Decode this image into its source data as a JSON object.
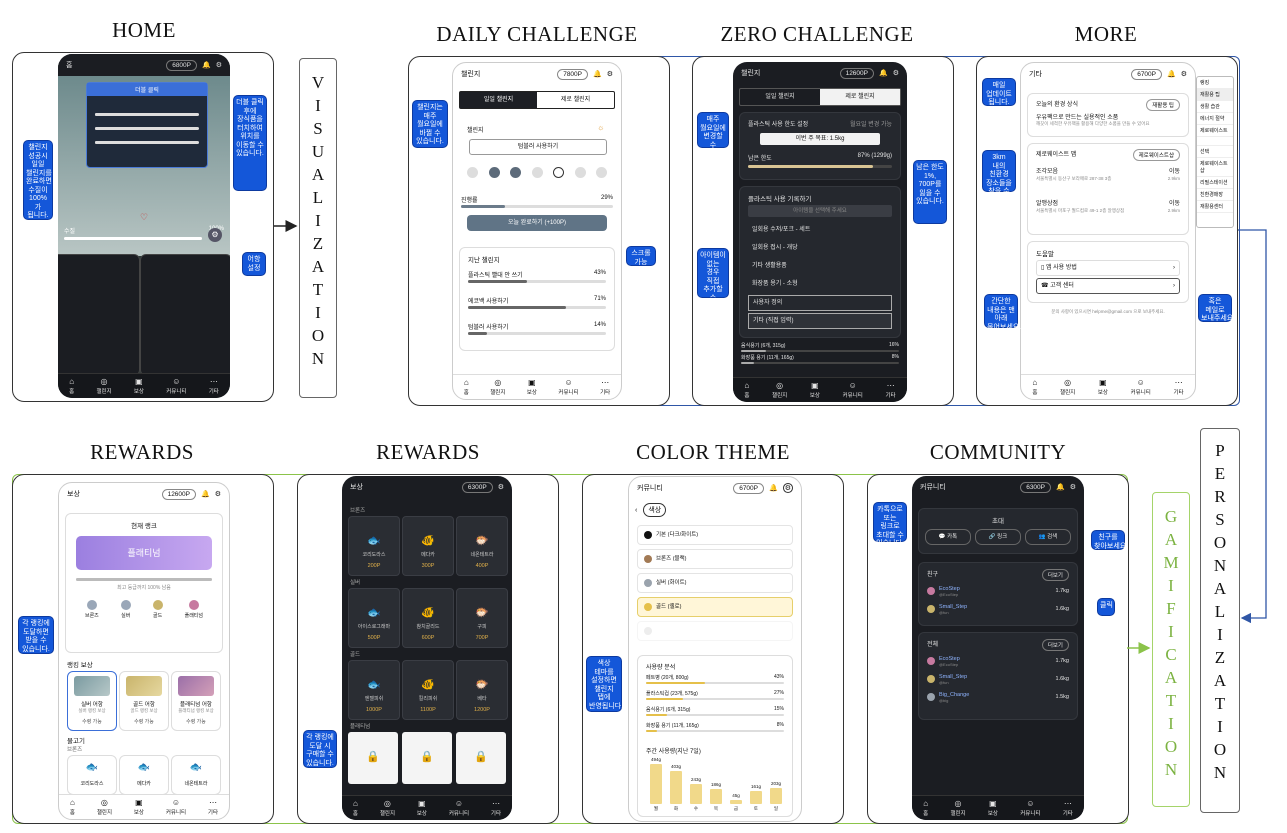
{
  "titles": {
    "home": "HOME",
    "daily": "DAILY CHALLENGE",
    "zero": "ZERO CHALLENGE",
    "more": "MORE",
    "rewards1": "REWARDS",
    "rewards2": "REWARDS",
    "color": "COLOR THEME",
    "community": "COMMUNITY"
  },
  "vertical_labels": {
    "visualization": [
      "V",
      "I",
      "S",
      "U",
      "A",
      "L",
      "I",
      "Z",
      "A",
      "T",
      "I",
      "O",
      "N"
    ],
    "personalization": [
      "P",
      "E",
      "R",
      "S",
      "O",
      "N",
      "A",
      "L",
      "I",
      "Z",
      "A",
      "T",
      "I",
      "O",
      "N"
    ],
    "gamification": [
      "G",
      "A",
      "M",
      "I",
      "F",
      "I",
      "C",
      "A",
      "T",
      "I",
      "O",
      "N"
    ]
  },
  "colors": {
    "blue_frame": "#2f56a6",
    "green_frame": "#8bc34a",
    "callout": "#1457d9"
  },
  "nav": [
    {
      "icon": "⌂",
      "label": "홈"
    },
    {
      "icon": "◎",
      "label": "챌린지"
    },
    {
      "icon": "▣",
      "label": "보상"
    },
    {
      "icon": "☺",
      "label": "커뮤니티"
    },
    {
      "icon": "⋯",
      "label": "기타"
    }
  ],
  "home": {
    "header_title": "홈",
    "points": "6800P",
    "popup_title": "더블 클릭",
    "progress_label": "수질",
    "progress_value": "100%",
    "callouts": {
      "left": "챌린지 성공시 일일 챌린지를 완료하면 수질이 100%가 됩니다.",
      "right": "더블 클릭 후에 장식품을 터치하여 위치를 이동할 수 있습니다.",
      "bottom": "어항 설정"
    }
  },
  "daily": {
    "header_title": "챌린지",
    "points": "7800P",
    "tab_daily": "일일 챌린지",
    "tab_zero": "제로 챌린지",
    "challenge_label": "챌린지",
    "challenge_item": "텀블러 사용하기",
    "progress_label": "진행률",
    "progress_value": "29%",
    "complete_button": "오늘 완료하기 (+100P)",
    "past_title": "지난 챌린지",
    "past": [
      {
        "name": "플라스틱 빨대 안 쓰기",
        "value": "43%"
      },
      {
        "name": "에코백 사용하기",
        "value": "71%"
      },
      {
        "name": "텀블러 사용하기",
        "value": "14%"
      }
    ],
    "callouts": {
      "left": "챌린지는 매주 월요일에 바뀔 수 있습니다.",
      "right": "스크롤 가능"
    }
  },
  "zero": {
    "header_title": "챌린지",
    "points": "12600P",
    "tab_daily": "일일 챌린지",
    "tab_zero": "제로 챌린지",
    "section_title": "플라스틱 사용 한도 설정",
    "section_sub": "월요일 변경 가능",
    "goal": "이번 주 목표: 1.5kg",
    "remaining_label": "남은 한도",
    "remaining_value": "87% (1299g)",
    "record_title": "플라스틱 사용 기록하기",
    "select_placeholder": "아이템을 선택해 주세요",
    "items": [
      "일회용 수저/포크 - 세트",
      "일회용 접시 - 개당",
      "기타 생활용품",
      "화장품 용기 - 소형",
      "사용자 정의",
      "기타 (직접 입력)"
    ],
    "rows": [
      {
        "name": "음식용기 (6개, 315g)",
        "value": "16%"
      },
      {
        "name": "화장품 용기 (11개, 165g)",
        "value": "8%"
      }
    ],
    "callouts": {
      "left1": "매주 월요일에 변경할 수 있습니다.",
      "right": "남은 한도 1%, 700P를 잃을 수 있습니다.",
      "left2": "아이템이 없는 경우 직접 추가할 수 있습니다."
    }
  },
  "more": {
    "header_title": "기타",
    "points": "6700P",
    "tip_title": "오늘의 환경 상식",
    "tip_chip": "재활용 팁",
    "tip_text": "우유팩으로 만드는 실용적인 소품",
    "tip_sub": "깨끗이 세척한 우유팩을 활용해 다양한 소품을 만들 수 있어요",
    "map_title": "제로웨이스트 맵",
    "map_chip": "제로웨이스트샵",
    "places": [
      {
        "name": "조각모음",
        "addr": "서울특별시 동산구 보라매로 287-38 3층",
        "go": "이동",
        "dist": "2.9km"
      },
      {
        "name": "알맹상점",
        "addr": "서울특별시 마포구 월드컵로 49-1 2층 알맹상점",
        "go": "이동",
        "dist": "2.9km"
      }
    ],
    "help_title": "도움말",
    "help_items": [
      "앱 사용 방법",
      "고객 센터"
    ],
    "email_text": "문의 사항이 있으시면 helpme@gmail.com 으로 보내주세요.",
    "side_menu": [
      "랭킹",
      "재활용 팁",
      "생활 습관",
      "에너지 절약",
      "제로웨이스트",
      "",
      "선택",
      "제로웨이스트샵",
      "리필스테이션",
      "친환경매장",
      "재활용센터"
    ],
    "callouts": {
      "tip": "매일 업데이트 됩니다.",
      "map": "3km 내의 친환경 장소들을 찾을 수 있습니다.",
      "help": "간단한 내용은 맨 아래 물어보세요.",
      "mail": "혹은 메일로 보내주세요."
    }
  },
  "rewards1": {
    "header_title": "보상",
    "points": "12600P",
    "rank_label": "현재 랭크",
    "rank": "플래티넘",
    "rank_sub": "최고 등급까지 100% 남음",
    "ranks": [
      "브론즈",
      "실버",
      "골드",
      "플래티넘"
    ],
    "rank_rewards_title": "랭킹 보상",
    "rank_rewards": [
      {
        "name": "실버 어항",
        "sub": "실버 랭킹 보상",
        "state": "수령 가능"
      },
      {
        "name": "골드 어항",
        "sub": "골드 랭킹 보상",
        "state": "수령 가능"
      },
      {
        "name": "플래티넘 어항",
        "sub": "플래티넘 랭킹 보상",
        "state": "수령 가능"
      }
    ],
    "fish_title": "물고기",
    "fish_tier": "브론즈",
    "fish": [
      "코리도라스",
      "메다카",
      "네온테트라"
    ],
    "callout": "각 랭킹에 도달하면 받을 수 있습니다."
  },
  "rewards2": {
    "header_title": "보상",
    "points": "6300P",
    "tiers": [
      {
        "tier": "브론즈",
        "items": [
          {
            "name": "코리도라스",
            "price": "200P"
          },
          {
            "name": "메다카",
            "price": "300P"
          },
          {
            "name": "네온테트라",
            "price": "400P"
          }
        ]
      },
      {
        "tier": "실버",
        "items": [
          {
            "name": "아이스로그래마",
            "price": "500P"
          },
          {
            "name": "참치골리드",
            "price": "600P"
          },
          {
            "name": "구피",
            "price": "700P"
          }
        ]
      },
      {
        "tier": "골드",
        "items": [
          {
            "name": "엔젤피쉬",
            "price": "1000P"
          },
          {
            "name": "킬리피쉬",
            "price": "1100P"
          },
          {
            "name": "베타",
            "price": "1200P"
          }
        ]
      }
    ],
    "locked_tier": "플래티넘",
    "callout": "각 랭킹에 도달 시 구매할 수 있습니다."
  },
  "color": {
    "header_title": "커뮤니티",
    "points": "6700P",
    "back_title": "색상",
    "themes": [
      "기본 (다크/화이트)",
      "브론즈 (블랙)",
      "실버 (화이트)",
      "골드 (옐로)",
      ""
    ],
    "usage_title": "사용량 분석",
    "usage": [
      {
        "name": "페트병 (20개, 800g)",
        "value": "43%"
      },
      {
        "name": "플라스틱컵 (23개, 575g)",
        "value": "27%"
      },
      {
        "name": "음식용기 (6개, 315g)",
        "value": "15%"
      },
      {
        "name": "화장품 용기 (11개, 165g)",
        "value": "8%"
      }
    ],
    "weekly_title": "주간 사용량(지난 7일)",
    "weekly_bars": [
      {
        "label": "494g",
        "day": "월",
        "value": 494
      },
      {
        "label": "403g",
        "day": "화",
        "value": 403
      },
      {
        "label": "243g",
        "day": "수",
        "value": 243
      },
      {
        "label": "186g",
        "day": "목",
        "value": 186
      },
      {
        "label": "45g",
        "day": "금",
        "value": 45
      },
      {
        "label": "161g",
        "day": "토",
        "value": 161
      },
      {
        "label": "203g",
        "day": "일",
        "value": 203
      }
    ],
    "callout": "색상 테마를 설정하면 챌린지 탭에 반영됩니다."
  },
  "community": {
    "header_title": "커뮤니티",
    "points": "6300P",
    "invite_title": "초대",
    "invite_buttons": [
      "카톡",
      "링크",
      "검색"
    ],
    "friends_title": "친구",
    "more_chip": "더보기",
    "friends": [
      {
        "name": "EcoStep",
        "handle": "@EcoStep",
        "value": "1.7kg"
      },
      {
        "name": "Small_Step",
        "handle": "@fun",
        "value": "1.6kg"
      }
    ],
    "all_title": "전체",
    "all": [
      {
        "name": "EcoStep",
        "handle": "@EcoStep",
        "value": "1.7kg"
      },
      {
        "name": "Small_Step",
        "handle": "@fun",
        "value": "1.6kg"
      },
      {
        "name": "Big_Change",
        "handle": "@big",
        "value": "1.5kg"
      }
    ],
    "callouts": {
      "invite": "카톡으로 또는 링크로 초대할 수 있습니다.",
      "search": "친구를 찾아보세요.",
      "click": "클릭"
    }
  }
}
